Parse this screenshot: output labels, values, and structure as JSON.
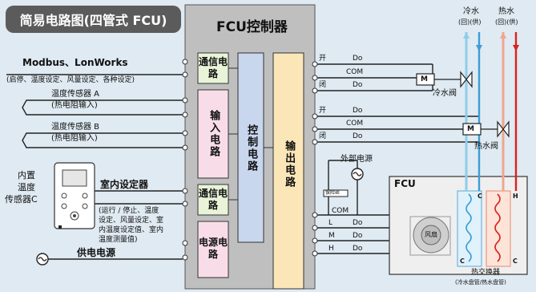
{
  "title": "简易电路图(四管式 FCU)",
  "controller_title": "FCU控制器",
  "modules": {
    "comm1": "通信电路",
    "input": "输入电路",
    "control": "控制电路",
    "output": "输出电路",
    "comm2": "通信电路",
    "power": "电源电路"
  },
  "left": {
    "modbus": "Modbus、LonWorks",
    "modbus_desc": "(启停、温度设定、风量设定、各种设定)",
    "sensor_a_1": "温度传感器 A",
    "sensor_a_2": "(热电阻输入)",
    "sensor_b_1": "温度传感器 B",
    "sensor_b_2": "(热电阻输入)",
    "builtin_1": "内置",
    "builtin_2": "温度",
    "builtin_3": "传感器C",
    "room_setter": "室内设定器",
    "room_desc_1": "(运行 / 停止、温度",
    "room_desc_2": "设定、风量设定、室",
    "room_desc_3": "内温度设定值、室内",
    "room_desc_4": "温度测量值)",
    "power_supply": "供电电源"
  },
  "signals": {
    "open": "开",
    "close": "闭",
    "do": "Do",
    "com": "COM",
    "l": "L",
    "m": "M",
    "h": "H"
  },
  "right": {
    "cold_water": "冷水",
    "hot_water": "热水",
    "return_supply_cold": "(回)(供)",
    "return_supply_hot": "(回)(供)",
    "cold_valve": "冷水阀",
    "hot_valve": "热水阀",
    "valve_m": "M",
    "external_power": "外部电源",
    "fuse": "保险丝",
    "fcu": "FCU",
    "fan": "风扇",
    "coil_c": "C",
    "coil_h": "H",
    "heat_exchanger": "热交换器",
    "heat_exchanger_desc": "(冷水盘管/热水盘管)"
  },
  "colors": {
    "controller_bg": "#bfbfbf",
    "comm_box": "#e8f3d8",
    "input_box": "#f8dde8",
    "control_box": "#c8d6ee",
    "output_box": "#fbe6b8",
    "cold_pipe": "#8fcde8",
    "cold_arrow": "#3a9ed8",
    "hot_pipe": "#f2a58e",
    "hot_arrow": "#d8231e"
  }
}
